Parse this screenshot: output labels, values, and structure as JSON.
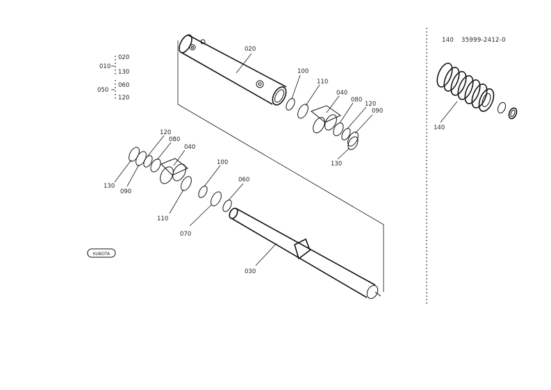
{
  "group_labels": {
    "g010": "010",
    "g050": "050"
  },
  "group_items": {
    "i020": "020",
    "i130": "130",
    "i060": "060",
    "i120": "120"
  },
  "upper_labels": {
    "l020": "020",
    "l100": "100",
    "l110": "110",
    "l040": "040",
    "l080": "080",
    "l120": "120",
    "l090": "090",
    "l130": "130"
  },
  "lower_labels": {
    "l120": "120",
    "l080": "080",
    "l040": "040",
    "l100": "100",
    "l060": "060",
    "l130": "130",
    "l090": "090",
    "l110": "110",
    "l070": "070",
    "l030": "030"
  },
  "kit": {
    "number": "140",
    "part_number": "35999-2412-0",
    "label": "140"
  },
  "logo": {
    "text": "KUBOTA"
  }
}
